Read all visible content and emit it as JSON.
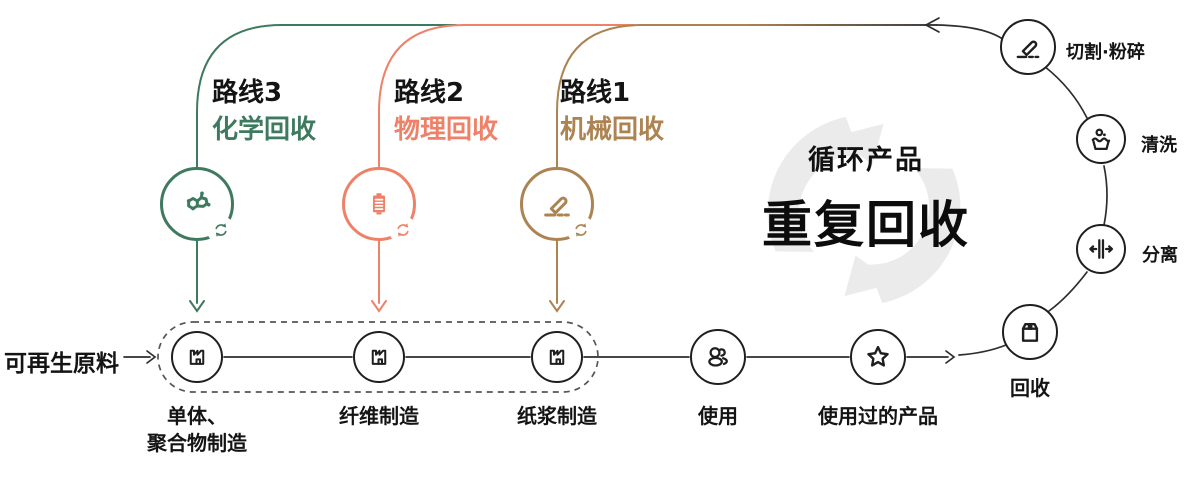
{
  "colors": {
    "route1": "#ac8351",
    "route2": "#ee8168",
    "route3": "#3e7a5f",
    "line": "#2e2e2e",
    "watermark": "#ebebeb"
  },
  "center": {
    "subtitle": "循环产品",
    "title": "重复回收",
    "watermark_icon": "recycle-arrows-watermark"
  },
  "source": {
    "label": "可再生原料"
  },
  "routes": [
    {
      "name": "路线3",
      "method": "化学回收",
      "color": "#3e7a5f",
      "icon": "molecule-recycle-icon"
    },
    {
      "name": "路线2",
      "method": "物理回收",
      "color": "#ee8168",
      "icon": "bale-recycle-icon"
    },
    {
      "name": "路线1",
      "method": "机械回收",
      "color": "#ac8351",
      "icon": "cutter-recycle-icon"
    }
  ],
  "main_flow": [
    {
      "label_line1": "单体、",
      "label_line2": "聚合物制造",
      "icon": "factory-icon"
    },
    {
      "label_line1": "纤维制造",
      "label_line2": "",
      "icon": "factory-icon"
    },
    {
      "label_line1": "纸浆制造",
      "label_line2": "",
      "icon": "factory-icon"
    },
    {
      "label_line1": "使用",
      "label_line2": "",
      "icon": "user-icon"
    },
    {
      "label_line1": "使用过的产品",
      "label_line2": "",
      "icon": "star-icon"
    }
  ],
  "recycle_loop": [
    {
      "label": "切割·粉碎",
      "icon": "cutter-icon"
    },
    {
      "label": "清洗",
      "icon": "wash-icon"
    },
    {
      "label": "分离",
      "icon": "separate-icon"
    },
    {
      "label": "回收",
      "icon": "box-icon"
    }
  ]
}
